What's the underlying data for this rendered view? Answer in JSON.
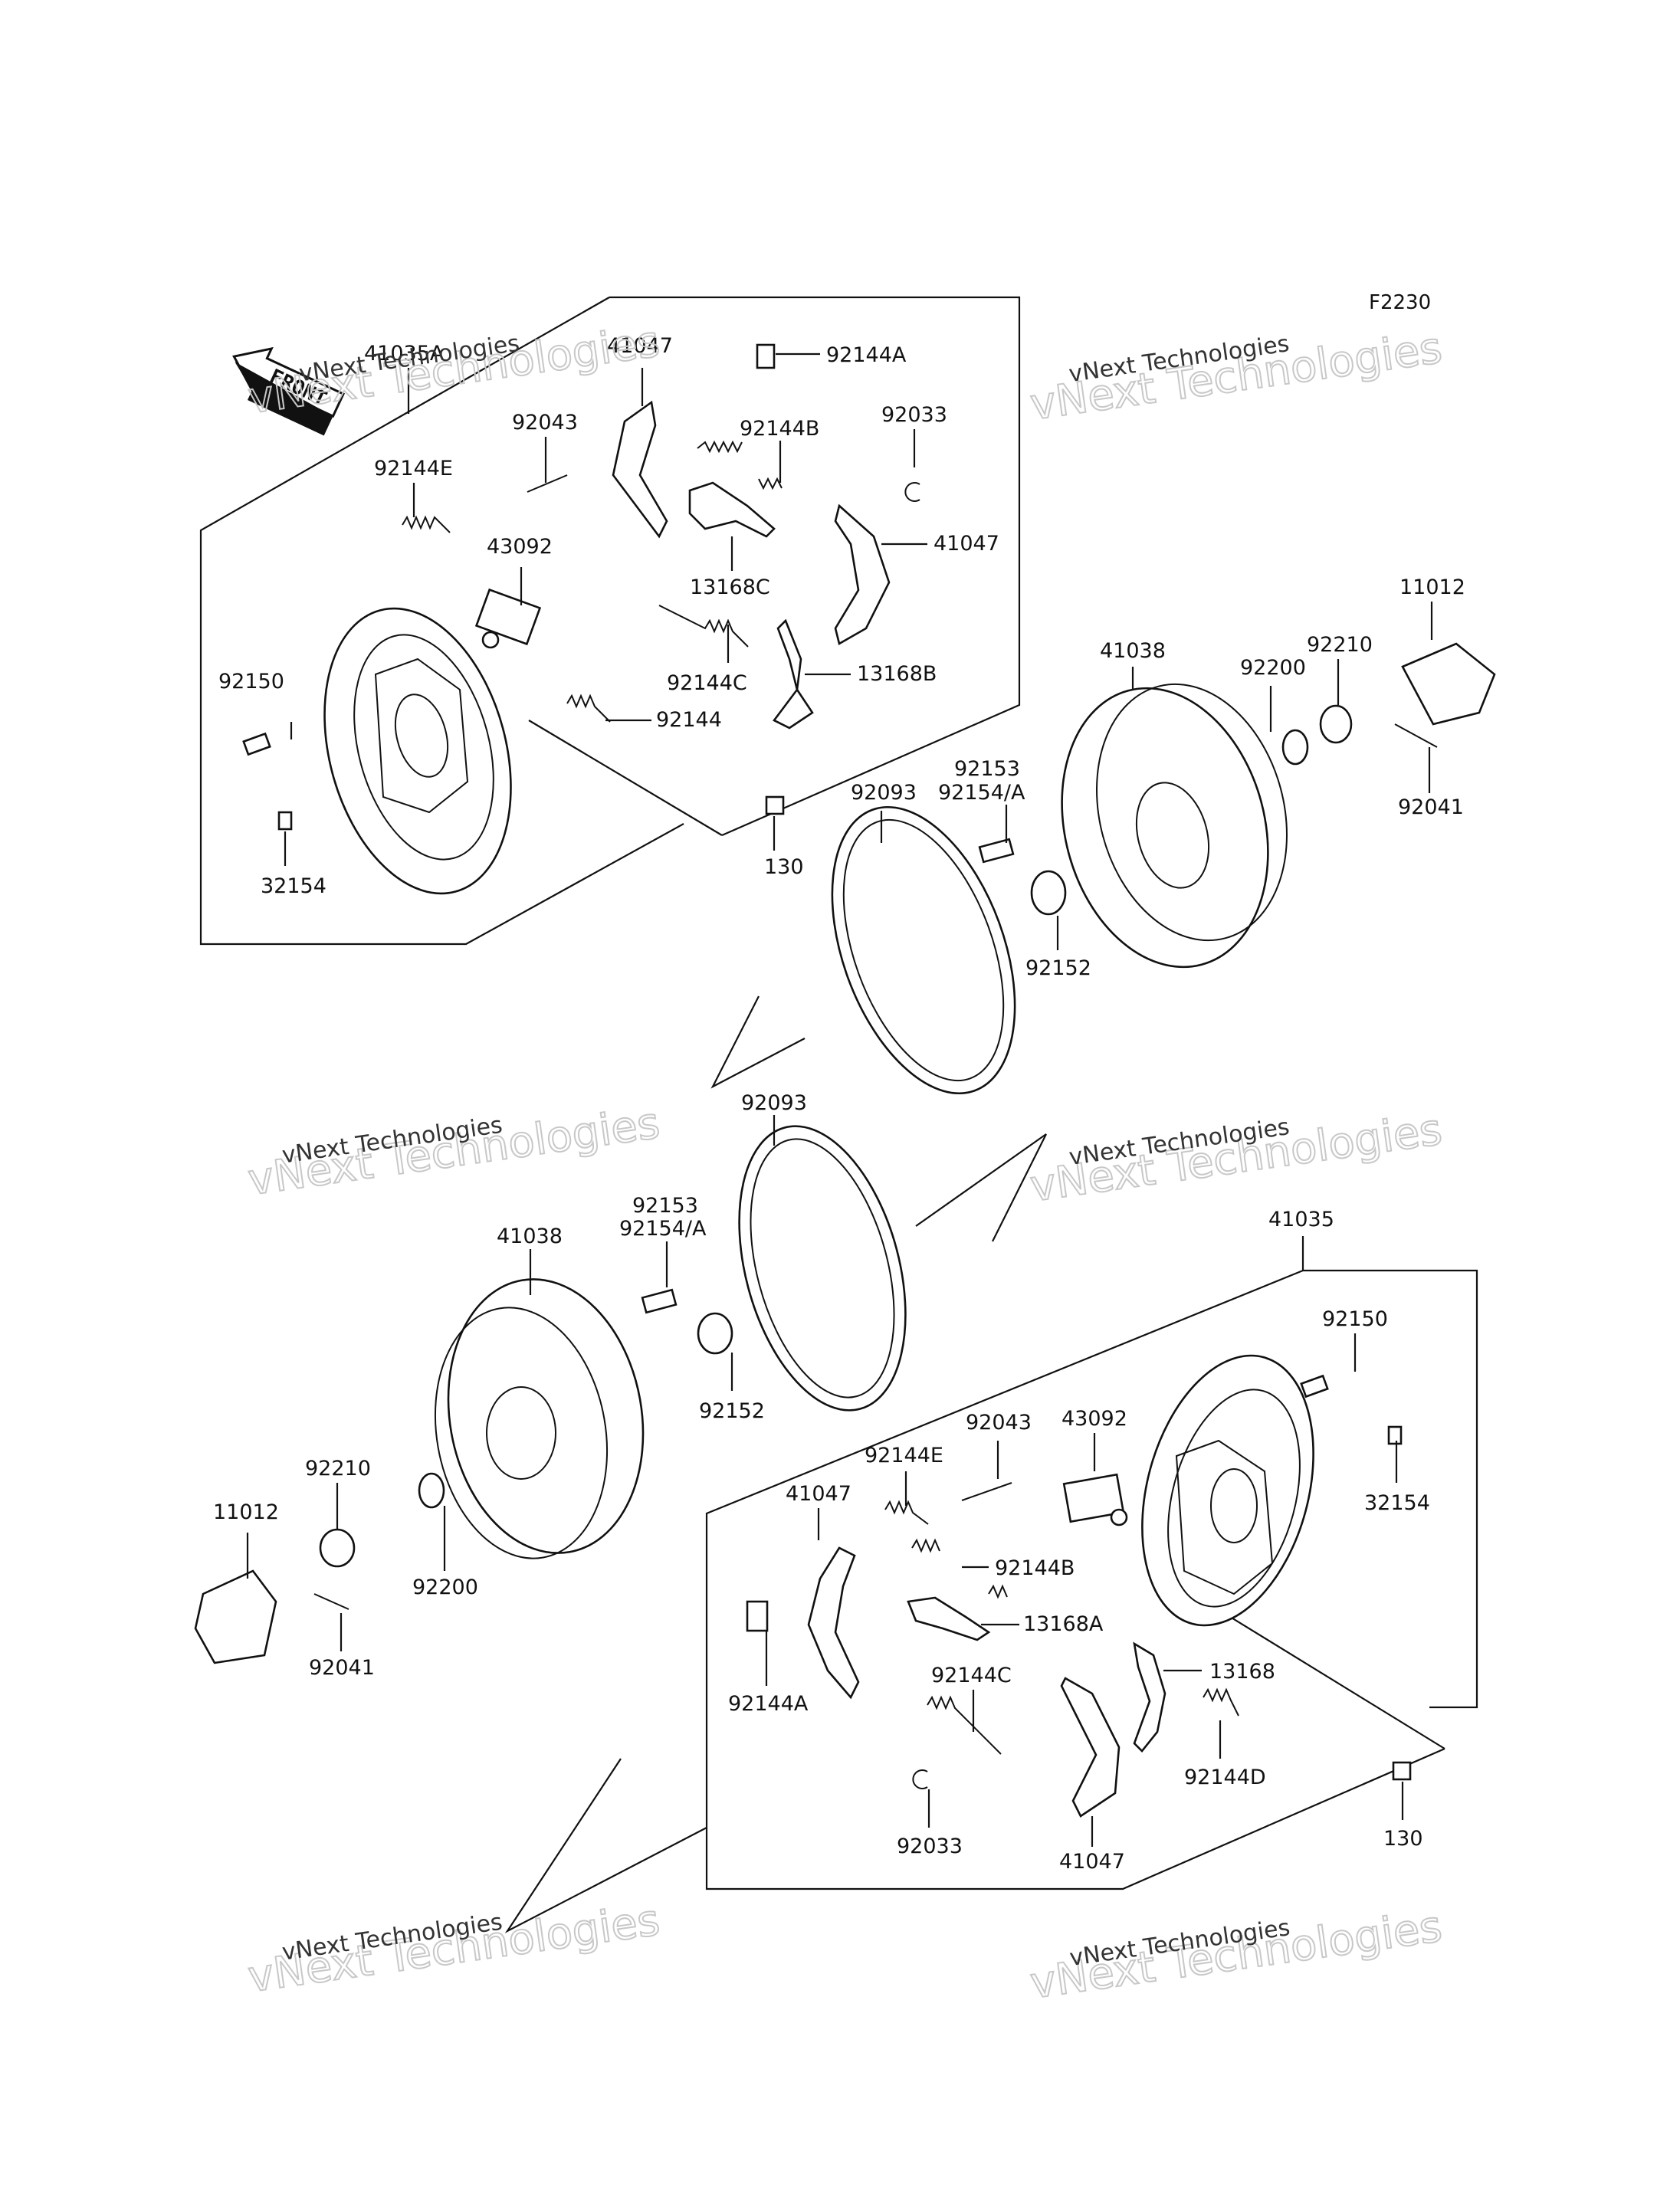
{
  "figure_code": "F2230",
  "front_label": "FRONT",
  "watermark": {
    "line1": "vNext Technologies",
    "line2": "vNext Technologies"
  },
  "top_assembly": {
    "group_label": "41035A",
    "labels": [
      "41047",
      "92144A",
      "92043",
      "92144B",
      "92033",
      "92144E",
      "43092",
      "13168C",
      "41047",
      "92144C",
      "13168B",
      "92150",
      "92144",
      "32154",
      "130"
    ]
  },
  "top_drum": {
    "labels": [
      "41038",
      "92200",
      "92210",
      "11012",
      "92153",
      "92154/A",
      "92093",
      "92041",
      "92152"
    ]
  },
  "bottom_drum": {
    "labels": [
      "92093",
      "92153",
      "92154/A",
      "41038",
      "92152",
      "92210",
      "11012",
      "92200",
      "92041"
    ]
  },
  "bottom_assembly": {
    "group_label": "41035",
    "labels": [
      "92150",
      "32154",
      "92043",
      "43092",
      "92144E",
      "41047",
      "92144B",
      "13168A",
      "92144A",
      "92144C",
      "13168",
      "92144D",
      "92033",
      "41047",
      "130"
    ]
  }
}
